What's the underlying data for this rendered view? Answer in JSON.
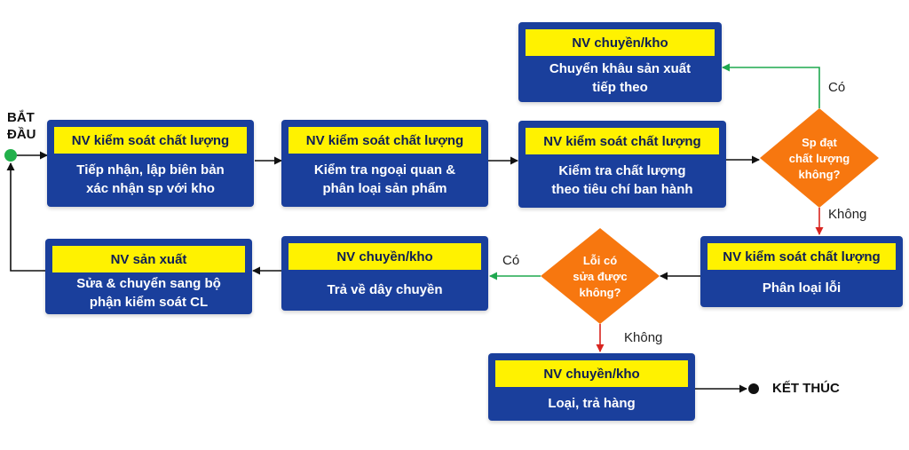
{
  "colors": {
    "box": "#1a3f9c",
    "role_band": "#fff200",
    "decision": "#f7770f",
    "yes_arrow": "#1fa84f",
    "no_arrow": "#d8241f",
    "flow_arrow": "#111111",
    "start_dot": "#22b04b",
    "end_dot": "#111111"
  },
  "start": {
    "label_line1": "BẮT",
    "label_line2": "ĐẦU"
  },
  "end": {
    "label": "KẾT THÚC"
  },
  "steps": [
    {
      "role": "NV kiểm soát chất lượng",
      "task_line1": "Tiếp nhận, lập biên bản",
      "task_line2": "xác nhận sp với kho"
    },
    {
      "role": "NV kiểm soát chất lượng",
      "task_line1": "Kiểm tra ngoại quan &",
      "task_line2": "phân loại sản phẩm"
    },
    {
      "role": "NV kiểm soát chất lượng",
      "task_line1": "Kiểm tra chất lượng",
      "task_line2": "theo tiêu chí ban hành"
    },
    {
      "role": "NV chuyền/kho",
      "task_line1": "Chuyển khâu sản xuất",
      "task_line2": "tiếp theo"
    },
    {
      "role": "NV kiểm soát chất lượng",
      "task_line1": "Phân loại lỗi",
      "task_line2": ""
    },
    {
      "role": "NV chuyền/kho",
      "task_line1": "Trả về dây chuyền",
      "task_line2": ""
    },
    {
      "role": "NV sản xuất",
      "task_line1": "Sửa & chuyển sang bộ",
      "task_line2": "phận kiểm soát CL"
    },
    {
      "role": "NV chuyền/kho",
      "task_line1": "Loại, trả hàng",
      "task_line2": ""
    }
  ],
  "decisions": [
    {
      "line1": "Sp đạt",
      "line2": "chất lượng",
      "line3": "không?"
    },
    {
      "line1": "Lỗi có",
      "line2": "sửa được",
      "line3": "không?"
    }
  ],
  "edge_labels": {
    "d1_yes": "Có",
    "d1_no": "Không",
    "d2_yes": "Có",
    "d2_no": "Không"
  }
}
